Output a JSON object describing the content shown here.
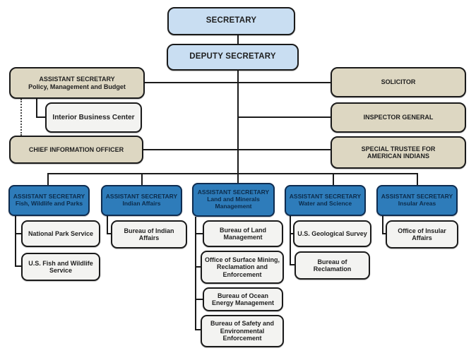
{
  "colors": {
    "executive_fill": "#c9def2",
    "office_fill": "#ddd7c2",
    "bureau_fill": "#f3f3f1",
    "assistant_secretary_fill": "#2e7cba",
    "assistant_secretary_border": "#0e2c50",
    "line_color": "#1a1a1a",
    "background": "#ffffff"
  },
  "org": {
    "secretary": "SECRETARY",
    "deputy_secretary": "DEPUTY SECRETARY",
    "staff_left": {
      "assistant_secretary_pmb": {
        "title": "ASSISTANT SECRETARY",
        "subtitle": "Policy, Management and Budget"
      },
      "interior_business_center": "Interior Business Center",
      "chief_information_officer": "CHIEF INFORMATION OFFICER"
    },
    "staff_right": {
      "solicitor": "SOLICITOR",
      "inspector_general": "INSPECTOR GENERAL",
      "special_trustee": "SPECIAL TRUSTEE FOR AMERICAN INDIANS"
    },
    "divisions": [
      {
        "title": "ASSISTANT SECRETARY",
        "subtitle": "Fish, Wildlife and Parks",
        "bureaus": [
          "National Park Service",
          "U.S. Fish and Wildlife Service"
        ]
      },
      {
        "title": "ASSISTANT SECRETARY",
        "subtitle": "Indian Affairs",
        "bureaus": [
          "Bureau of Indian Affairs"
        ]
      },
      {
        "title": "ASSISTANT SECRETARY",
        "subtitle": "Land and Minerals Management",
        "bureaus": [
          "Bureau of Land Management",
          "Office of Surface Mining, Reclamation and Enforcement",
          "Bureau of Ocean Energy Management",
          "Bureau of Safety and Environmental Enforcement"
        ]
      },
      {
        "title": "ASSISTANT SECRETARY",
        "subtitle": "Water and Science",
        "bureaus": [
          "U.S. Geological Survey",
          "Bureau of Reclamation"
        ]
      },
      {
        "title": "ASSISTANT SECRETARY",
        "subtitle": "Insular Areas",
        "bureaus": [
          "Office of Insular Affairs"
        ]
      }
    ]
  }
}
